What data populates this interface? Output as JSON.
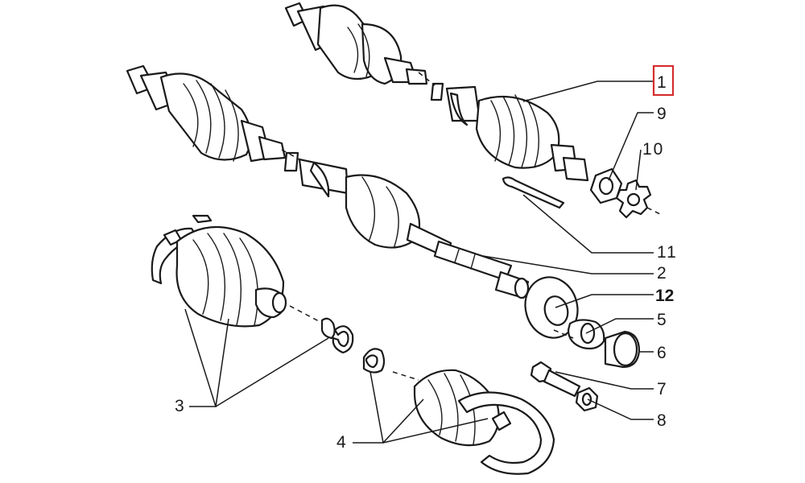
{
  "callouts": [
    {
      "id": "c1",
      "label": "1",
      "highlighted": true
    },
    {
      "id": "c9",
      "label": "9"
    },
    {
      "id": "c10",
      "label": "10"
    },
    {
      "id": "c11",
      "label": "11"
    },
    {
      "id": "c2",
      "label": "2"
    },
    {
      "id": "c12",
      "label": "12",
      "bold": true
    },
    {
      "id": "c5",
      "label": "5"
    },
    {
      "id": "c6",
      "label": "6"
    },
    {
      "id": "c7",
      "label": "7"
    },
    {
      "id": "c8",
      "label": "8"
    },
    {
      "id": "c3",
      "label": "3"
    },
    {
      "id": "c4",
      "label": "4"
    }
  ],
  "colors": {
    "line": "#1a1a1a",
    "highlight": "#d62d2d",
    "background": "#ffffff"
  }
}
